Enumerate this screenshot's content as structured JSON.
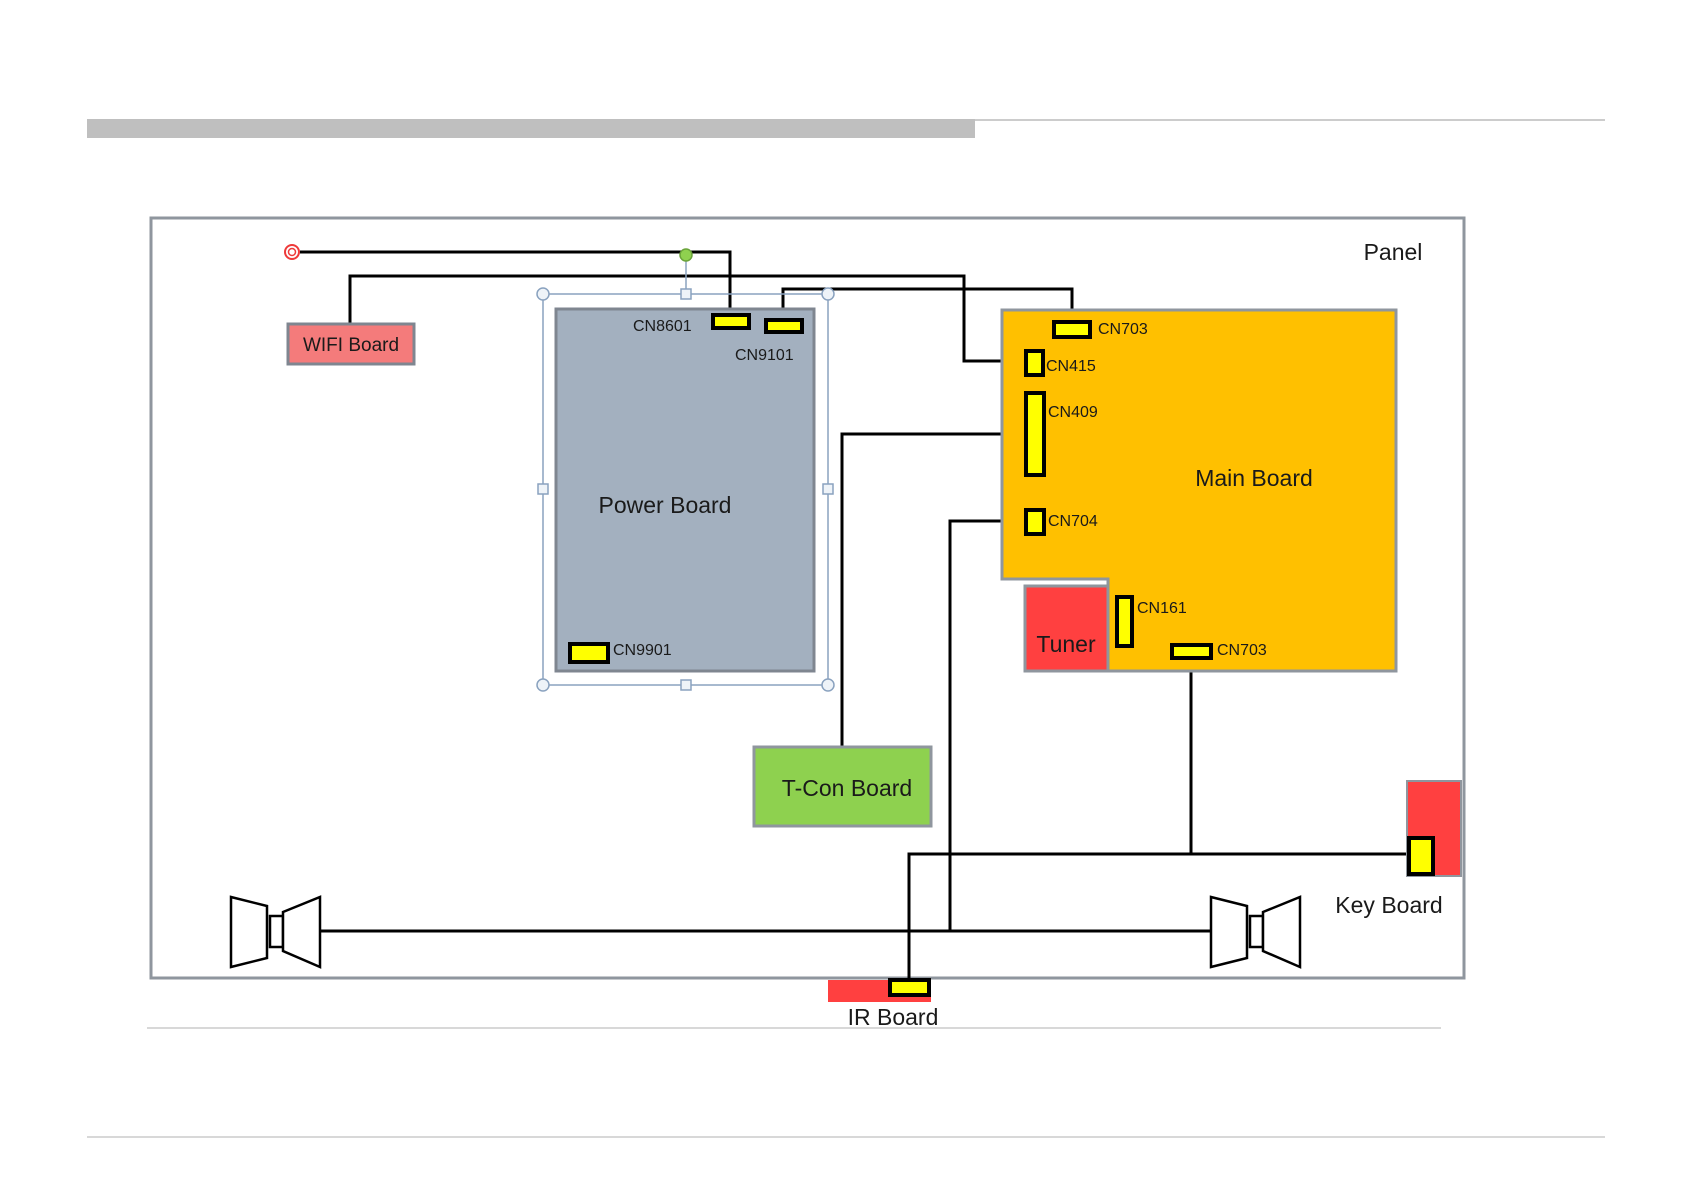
{
  "panel": {
    "label": "Panel"
  },
  "boards": {
    "wifi": {
      "label": "WIFI Board",
      "color": "#f47b7b"
    },
    "power": {
      "label": "Power Board",
      "color": "#a3b0bf"
    },
    "main": {
      "label": "Main Board",
      "color": "#ffc000"
    },
    "tuner": {
      "label": "Tuner",
      "color": "#ff4040"
    },
    "tcon": {
      "label": "T-Con Board",
      "color": "#8ed14f"
    },
    "key": {
      "label": "Key Board",
      "color": "#ff4040"
    },
    "ir": {
      "label": "IR Board",
      "color": "#ff4040"
    }
  },
  "connectors": {
    "cn8601": "CN8601",
    "cn9101": "CN9101",
    "cn9901": "CN9901",
    "cn703_top": "CN703",
    "cn415": "CN415",
    "cn409": "CN409",
    "cn704": "CN704",
    "cn161": "CN161",
    "cn703_bottom": "CN703"
  },
  "colors": {
    "connector": "#ffff00",
    "wire": "#000000",
    "header_bar": "#bfbfbf"
  }
}
